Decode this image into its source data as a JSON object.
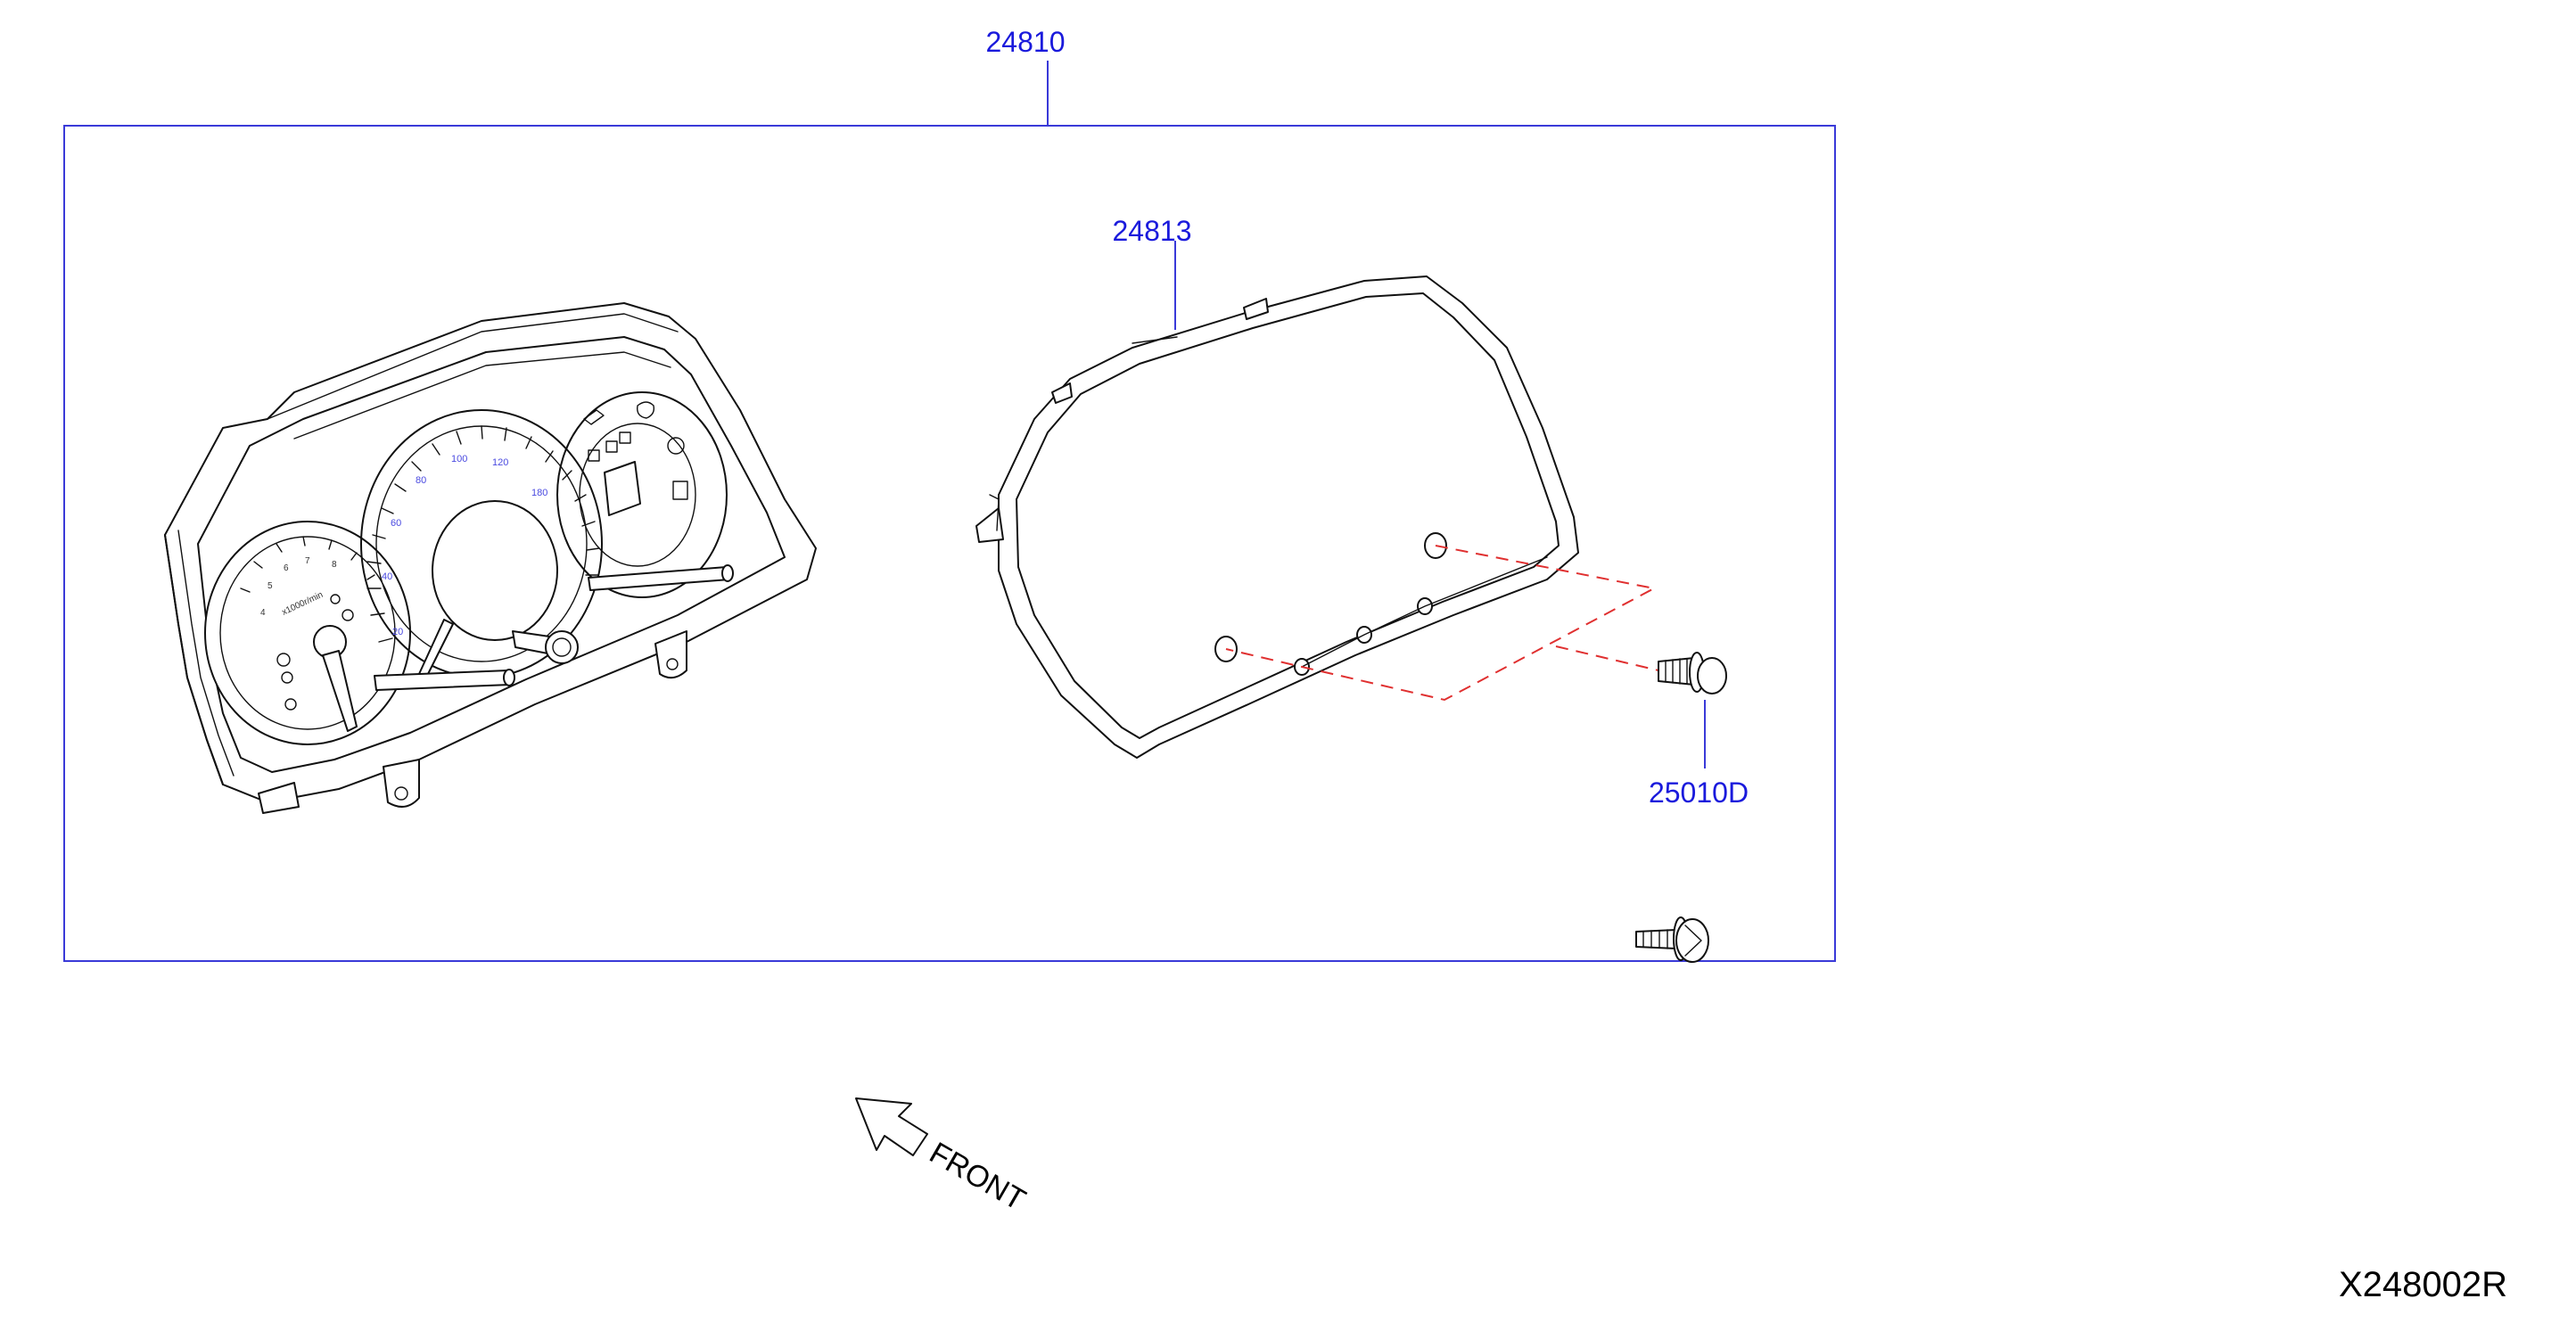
{
  "parts": {
    "meter_assembly": "24810",
    "meter_glass": "24813",
    "screw": "25010D"
  },
  "speedometer_marks": [
    "20",
    "40",
    "60",
    "80",
    "100",
    "120",
    "180"
  ],
  "tachometer_marks": [
    "4",
    "5",
    "6",
    "7",
    "8"
  ],
  "tachometer_unit": "x1000r/min",
  "direction_label": "FRONT",
  "diagram_code": "X248002R",
  "colors": {
    "callout_text": "#1a1adc",
    "frame": "#3a3ad8",
    "dashed_guide": "#e03030",
    "line_art": "#111111"
  }
}
